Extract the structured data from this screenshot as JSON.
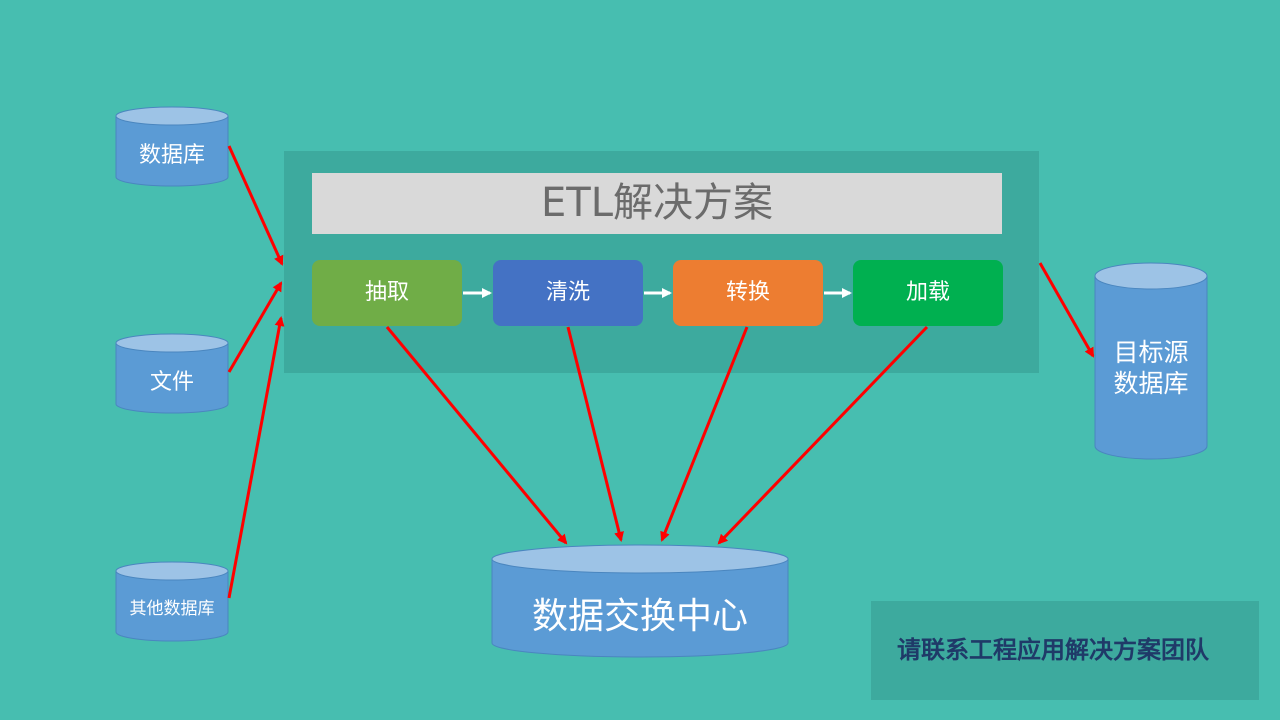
{
  "diagram": {
    "title": "ETL解决方案",
    "sources": [
      "数据库",
      "文件",
      "其他数据库"
    ],
    "steps": [
      {
        "label": "抽取",
        "color": "#70ad47"
      },
      {
        "label": "清洗",
        "color": "#4472c4"
      },
      {
        "label": "转换",
        "color": "#ed7d31"
      },
      {
        "label": "加载",
        "color": "#00b050"
      }
    ],
    "target": {
      "line1": "目标源",
      "line2": "数据库"
    },
    "hub": "数据交换中心",
    "contact": "请联系工程应用解决方案团队"
  },
  "colors": {
    "background": "#47beb0",
    "panel": "#3daa9e",
    "cylinder_body": "#5b9bd5",
    "cylinder_top": "#9dc3e6",
    "arrow": "#ff0000"
  }
}
